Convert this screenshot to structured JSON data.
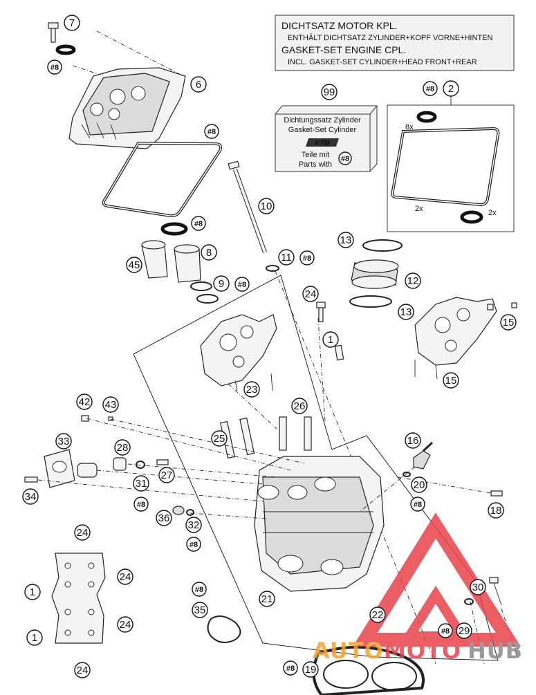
{
  "info_box": {
    "line1": "DICHTSATZ MOTOR KPL.",
    "line2": "ENTHÄLT DICHTSATZ ZYLINDER+KOPF VORNE+HINTEN",
    "line3": "GASKET-SET ENGINE CPL.",
    "line4": "INCL. GASKET-SET CYLINDER+HEAD FRONT+REAR"
  },
  "kit_box": {
    "line1": "Dichtungssatz Zylinder",
    "line2": "Gasket-Set Cylinder",
    "line3": "Teile mit",
    "line4": "Parts with",
    "badge": "#8",
    "logo": "KTM"
  },
  "qty_labels": {
    "q8x": "8x",
    "q2x_a": "2x",
    "q2x_b": "2x"
  },
  "callouts": [
    {
      "id": "c7",
      "text": "7",
      "hash": false
    },
    {
      "id": "c8a",
      "text": "#8",
      "hash": true
    },
    {
      "id": "c6",
      "text": "6",
      "hash": false
    },
    {
      "id": "c8b",
      "text": "#8",
      "hash": true
    },
    {
      "id": "c99",
      "text": "99",
      "hash": false
    },
    {
      "id": "c8c",
      "text": "#8",
      "hash": true
    },
    {
      "id": "c2",
      "text": "2",
      "hash": false
    },
    {
      "id": "c10",
      "text": "10",
      "hash": false
    },
    {
      "id": "c8d",
      "text": "#8",
      "hash": true
    },
    {
      "id": "c45",
      "text": "45",
      "hash": false
    },
    {
      "id": "c8",
      "text": "8",
      "hash": false
    },
    {
      "id": "c11",
      "text": "11",
      "hash": false
    },
    {
      "id": "c8e",
      "text": "#8",
      "hash": true
    },
    {
      "id": "c9",
      "text": "9",
      "hash": false
    },
    {
      "id": "c8f",
      "text": "#8",
      "hash": true
    },
    {
      "id": "c13a",
      "text": "13",
      "hash": false
    },
    {
      "id": "c12",
      "text": "12",
      "hash": false
    },
    {
      "id": "c13b",
      "text": "13",
      "hash": false
    },
    {
      "id": "c24a",
      "text": "24",
      "hash": false
    },
    {
      "id": "c1a",
      "text": "1",
      "hash": false
    },
    {
      "id": "c15a",
      "text": "15",
      "hash": false
    },
    {
      "id": "c15b",
      "text": "15",
      "hash": false
    },
    {
      "id": "c23",
      "text": "23",
      "hash": false
    },
    {
      "id": "c42",
      "text": "42",
      "hash": false
    },
    {
      "id": "c43",
      "text": "43",
      "hash": false
    },
    {
      "id": "c26",
      "text": "26",
      "hash": false
    },
    {
      "id": "c33",
      "text": "33",
      "hash": false
    },
    {
      "id": "c28",
      "text": "28",
      "hash": false
    },
    {
      "id": "c25",
      "text": "25",
      "hash": false
    },
    {
      "id": "c16",
      "text": "16",
      "hash": false
    },
    {
      "id": "c27",
      "text": "27",
      "hash": false
    },
    {
      "id": "c31",
      "text": "31",
      "hash": false
    },
    {
      "id": "c20",
      "text": "20",
      "hash": false
    },
    {
      "id": "c34",
      "text": "34",
      "hash": false
    },
    {
      "id": "c8g",
      "text": "#8",
      "hash": true
    },
    {
      "id": "c8h",
      "text": "#8",
      "hash": true
    },
    {
      "id": "c18",
      "text": "18",
      "hash": false
    },
    {
      "id": "c36",
      "text": "36",
      "hash": false
    },
    {
      "id": "c32",
      "text": "32",
      "hash": false
    },
    {
      "id": "c24b",
      "text": "24",
      "hash": false
    },
    {
      "id": "c8i",
      "text": "#8",
      "hash": true
    },
    {
      "id": "c24c",
      "text": "24",
      "hash": false
    },
    {
      "id": "c1b",
      "text": "1",
      "hash": false
    },
    {
      "id": "c8j",
      "text": "#8",
      "hash": true
    },
    {
      "id": "c30",
      "text": "30",
      "hash": false
    },
    {
      "id": "c21",
      "text": "21",
      "hash": false
    },
    {
      "id": "c35",
      "text": "35",
      "hash": false
    },
    {
      "id": "c22",
      "text": "22",
      "hash": false
    },
    {
      "id": "c1c",
      "text": "1",
      "hash": false
    },
    {
      "id": "c24d",
      "text": "24",
      "hash": false
    },
    {
      "id": "c8k",
      "text": "#8",
      "hash": true
    },
    {
      "id": "c29",
      "text": "29",
      "hash": false
    },
    {
      "id": "c24e",
      "text": "24",
      "hash": false
    },
    {
      "id": "c8l",
      "text": "#8",
      "hash": true
    },
    {
      "id": "c19",
      "text": "19",
      "hash": false
    }
  ],
  "watermark": {
    "part1": "AUTO",
    "part2": "MOTO",
    "part3": "HUB"
  },
  "colors": {
    "watermark_red": "#e8434a",
    "watermark_orange": "#f3a32e",
    "watermark_grey": "#8a8a8a",
    "box_fill": "#f2f2f2"
  }
}
